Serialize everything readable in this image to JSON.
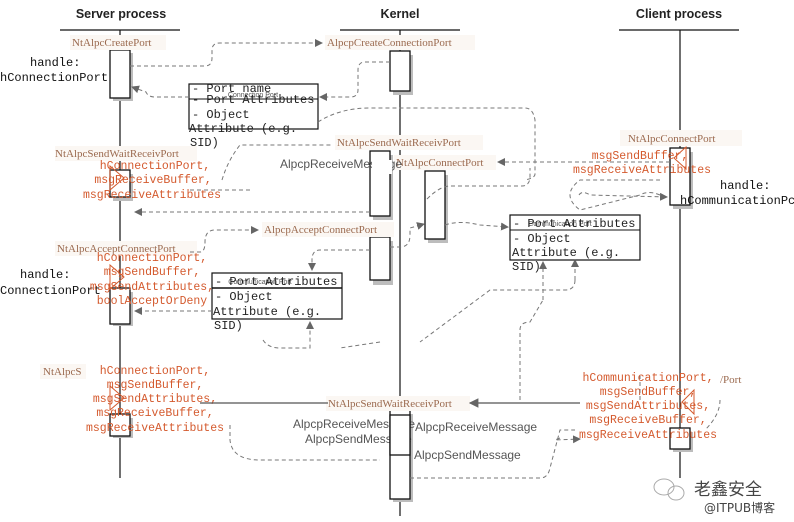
{
  "lanes": {
    "server": "Server process",
    "kernel": "Kernel",
    "client": "Client process"
  },
  "functions": {
    "nt_create_port": "NtAlpcCreatePort",
    "alpc_create_connection_port": "AlpcpCreateConnectionPort",
    "nt_send_wait_receive_1": "NtAlpcSendWaitReceivPort",
    "nt_send_wait_receive_kernel": "NtAlpcSendWaitReceivPort",
    "nt_connect_port_kernel": "NtAlpcConnectPort",
    "nt_connect_port_client": "NtAlpcConnectPort",
    "nt_accept_connect_port": "NtAlpcAcceptConnectPort",
    "alpc_accept_connect_port": "AlpcpAcceptConnectPort",
    "nt_send_server_truncated": "NtAlpcS",
    "nt_send_wait_receive_bottom": "NtAlpcSendWaitReceivPort",
    "client_port_truncated": "/Port"
  },
  "handles": {
    "server_connection_line1": "handle:",
    "server_connection_line2": "hConnectionPort",
    "server_accept_line1": "handle:",
    "server_accept_line2": "ConnectionPort",
    "client_comm_line1": "handle:",
    "client_comm_line2": "hCommunicationPc"
  },
  "params": {
    "server_receive": [
      "hConnectionPort,",
      "msgReceiveBuffer,",
      "msgReceiveAttributes"
    ],
    "server_accept": [
      "hConnectionPort,",
      "msgSendBuffer,",
      "msgSendAttributes,",
      "boolAcceptOrDeny"
    ],
    "server_send": [
      "hConnectionPort,",
      "msgSendBuffer,",
      "msgSendAttributes,",
      "msgReceiveBuffer,",
      "msgReceiveAttributes"
    ],
    "client_connect": [
      "msgSendBuffer,",
      "msgReceiveAttributes"
    ],
    "client_send": [
      "hCommunicationPort,",
      "msgSendBuffer,",
      "msgSendAttributes,",
      "msgReceiveBuffer,",
      "msgReceiveAttributes"
    ]
  },
  "objects": {
    "connection_port": {
      "label": "Connection Port",
      "rows": [
        "- Port name",
        "- Port Attributes",
        "- Object",
        "Attribute (e.g.",
        "SID)"
      ]
    },
    "server_comm_port": {
      "label": "Communication Port",
      "rows": [
        "- Port Attributes",
        "- Object",
        "Attribute (e.g.",
        "SID)"
      ]
    },
    "client_comm_port": {
      "label": "Communication Port",
      "rows": [
        "- Port Attributes",
        "- Object",
        "Attribute (e.g.",
        "SID)"
      ]
    }
  },
  "messages": {
    "receive_upper": "AlpcpReceiveMessage",
    "receive_left": "AlpcpReceiveMessage",
    "send_left": "AlpcpSendMessage",
    "receive_right": "AlpcpReceiveMessage",
    "send_right": "AlpcpSendMessage"
  },
  "watermark": {
    "brand": "老鑫安全",
    "source": "@ITPUB博客"
  }
}
